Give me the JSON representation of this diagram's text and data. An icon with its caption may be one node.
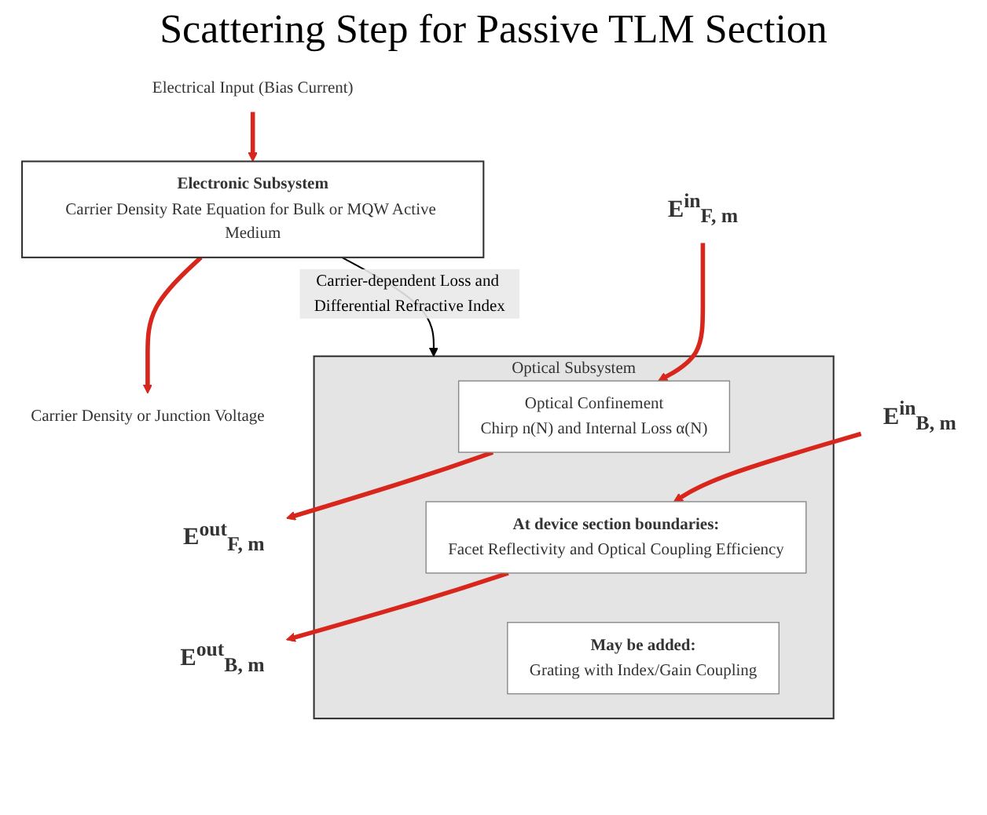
{
  "diagram": {
    "title": "Scattering Step for Passive TLM Section",
    "nodes": [
      {
        "text": [
          "Electrical Input (Bias Current)"
        ]
      },
      {
        "text": [
          "Carrier Density or Junction Voltage"
        ]
      },
      {
        "text": [
          "Electronic Subsystem",
          "Carrier Density Rate Equation for Bulk or MQW Active Medium"
        ]
      },
      {
        "text": [
          "Optical Subsystem"
        ]
      },
      {
        "text": [
          "Optical Confinement",
          "Chirp n(N) and Internal Loss α(N)"
        ],
        "in": 3
      },
      {
        "text": [
          "At device section boundaries:",
          "Facet Reflectivity and Optical Coupling Efficiency"
        ],
        "in": 3
      },
      {
        "text": [
          "May be added:",
          "Grating with Index/Gain Coupling"
        ],
        "in": 3
      },
      {
        "text": [
          "E$^{in}$$_{F, m}$"
        ]
      },
      {
        "text": [
          "E$^{out}$$_{B, m}$"
        ]
      },
      {
        "text": [
          "E$^{out}$$_{F, m}$"
        ]
      },
      {
        "text": [
          "E$^{in}$$_{B, m}$"
        ]
      }
    ],
    "edges": [
      {
        "from": 0,
        "to": 2,
        "arrow": "to"
      },
      {
        "from": 2,
        "to": 1,
        "arrow": "to"
      },
      {
        "from": 2,
        "to": 3,
        "arrow": "to",
        "label": "Carrier-dependent Loss and Differential Refractive Index",
        "color": "#000000"
      },
      {
        "from": 7,
        "to": 4,
        "arrow": "to"
      },
      {
        "from": 5,
        "to": 8,
        "arrow": "to"
      },
      {
        "from": 4,
        "to": 9,
        "arrow": "to"
      },
      {
        "from": 10,
        "to": 5,
        "arrow": "to"
      }
    ]
  }
}
